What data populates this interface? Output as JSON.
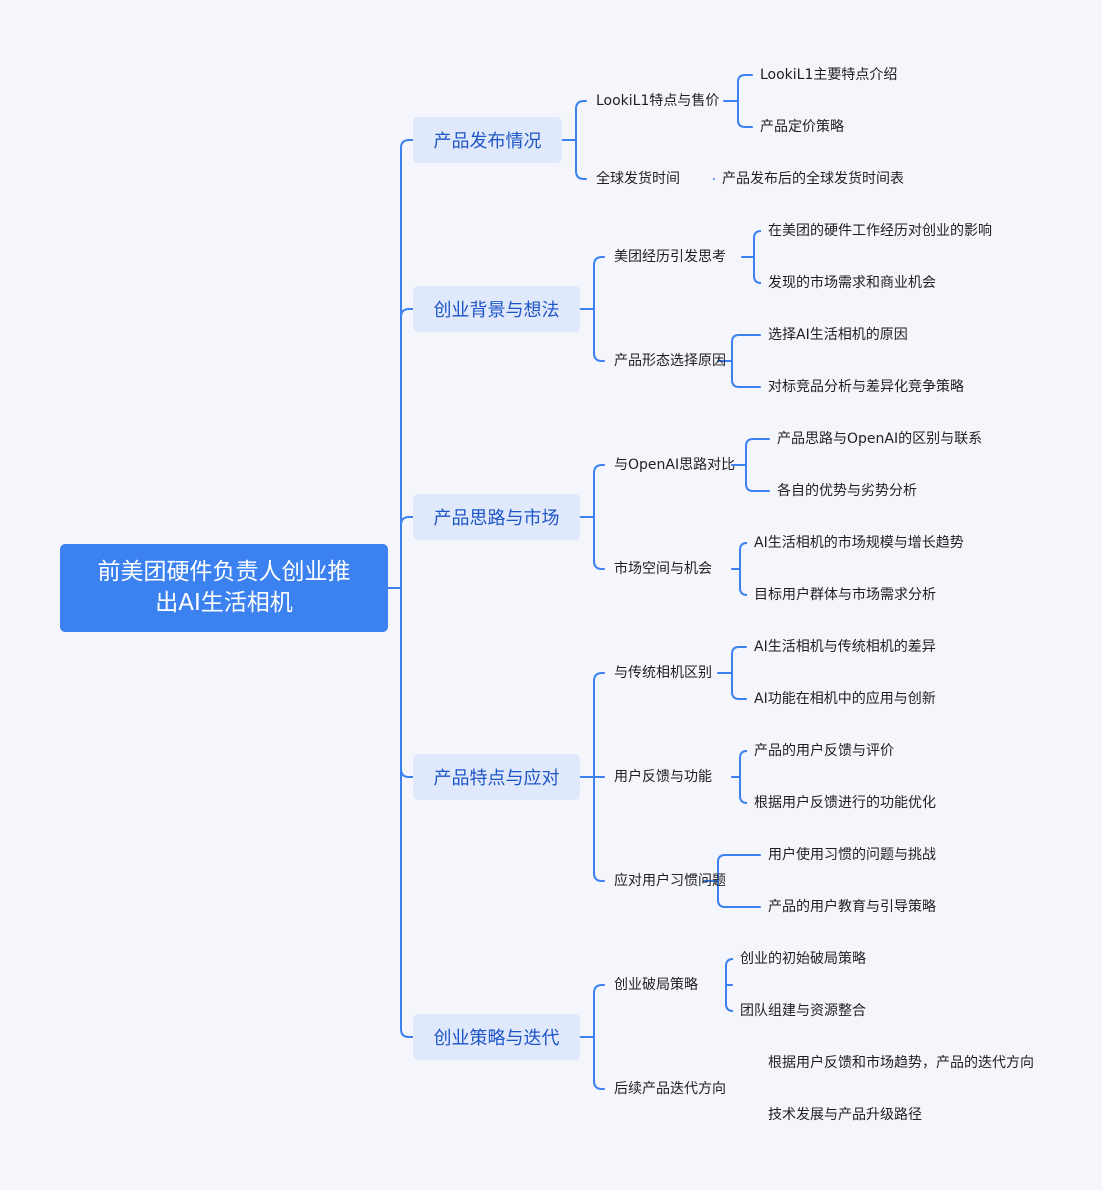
{
  "root": {
    "title": "前美团硬件负责人创业推出AI生活相机"
  },
  "branches": [
    {
      "label": "产品发布情况",
      "children": [
        {
          "label": "LookiL1特点与售价",
          "children": [
            "LookiL1主要特点介绍",
            "产品定价策略"
          ]
        },
        {
          "label": "全球发货时间",
          "children": [
            "产品发布后的全球发货时间表"
          ]
        }
      ]
    },
    {
      "label": "创业背景与想法",
      "children": [
        {
          "label": "美团经历引发思考",
          "children": [
            "在美团的硬件工作经历对创业的影响",
            "发现的市场需求和商业机会"
          ]
        },
        {
          "label": "产品形态选择原因",
          "children": [
            "选择AI生活相机的原因",
            "对标竞品分析与差异化竞争策略"
          ]
        }
      ]
    },
    {
      "label": "产品思路与市场",
      "children": [
        {
          "label": "与OpenAI思路对比",
          "children": [
            "产品思路与OpenAI的区别与联系",
            "各自的优势与劣势分析"
          ]
        },
        {
          "label": "市场空间与机会",
          "children": [
            "AI生活相机的市场规模与增长趋势",
            "目标用户群体与市场需求分析"
          ]
        }
      ]
    },
    {
      "label": "产品特点与应对",
      "children": [
        {
          "label": "与传统相机区别",
          "children": [
            "AI生活相机与传统相机的差异",
            "AI功能在相机中的应用与创新"
          ]
        },
        {
          "label": "用户反馈与功能",
          "children": [
            "产品的用户反馈与评价",
            "根据用户反馈进行的功能优化"
          ]
        },
        {
          "label": "应对用户习惯问题",
          "children": [
            "用户使用习惯的问题与挑战",
            "产品的用户教育与引导策略"
          ]
        }
      ]
    },
    {
      "label": "创业策略与迭代",
      "children": [
        {
          "label": "创业破局策略",
          "children": [
            "创业的初始破局策略",
            "团队组建与资源整合"
          ]
        },
        {
          "label": "后续产品迭代方向",
          "children": [
            "根据用户反馈和市场趋势，产品的迭代方向",
            "技术发展与产品升级路径"
          ]
        }
      ]
    }
  ],
  "colors": {
    "line": "#3b82f0",
    "root_bg": "#3b82f0",
    "branch_bg": "#e0e8fb",
    "branch_text": "#1e56c7",
    "background": "#f5f6fc"
  }
}
